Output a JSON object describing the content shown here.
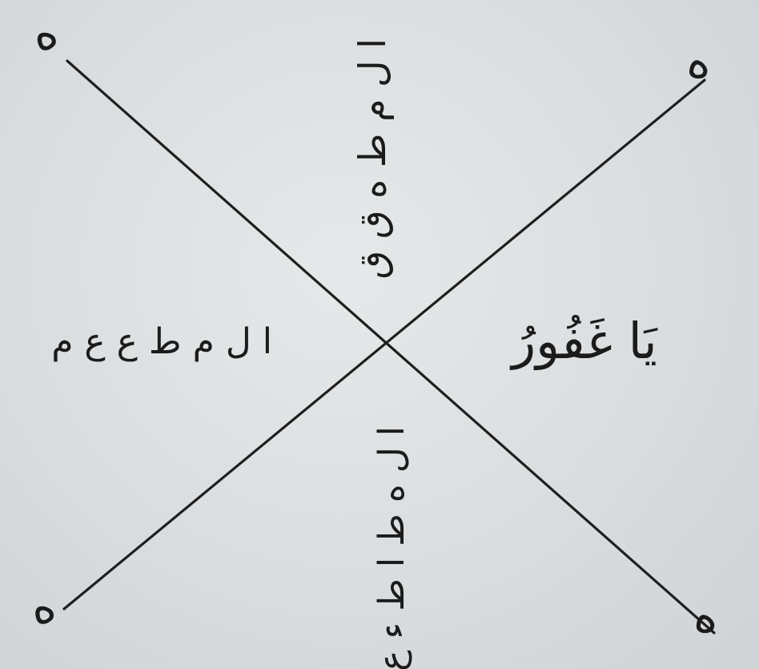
{
  "corners": {
    "top_left": "ه",
    "top_right": "ه",
    "bottom_left": "ه",
    "bottom_right": "ه"
  },
  "quadrants": {
    "top": "ا ل م ط ه ق ق",
    "right": "يَا غَفُورُ",
    "bottom": "ا ل ه ط ا ط ء ع",
    "left": "ا ل م ط ع ع م"
  }
}
